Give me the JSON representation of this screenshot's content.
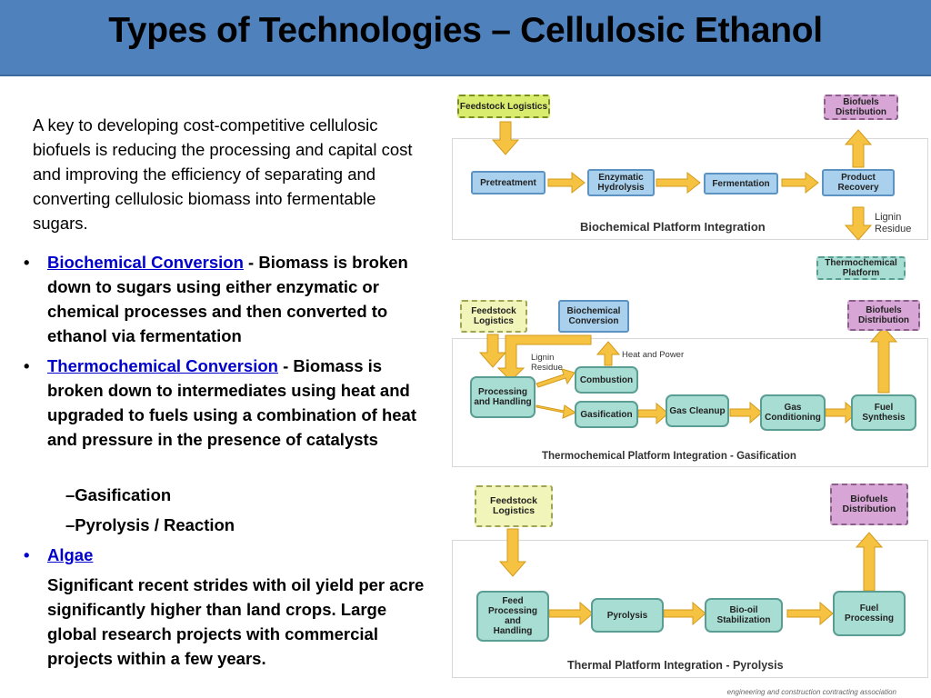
{
  "title": "Types of Technologies – Cellulosic Ethanol",
  "intro": "A key to developing cost-competitive cellulosic biofuels is reducing the processing and capital cost and improving the efficiency of separating and converting cellulosic biomass into fermentable sugars.",
  "bullets": {
    "biochemical": {
      "link": "Biochemical Conversion",
      "text": " - Biomass is broken down to sugars using either enzymatic or chemical processes and then converted to ethanol via fermentation"
    },
    "thermochemical": {
      "link": "Thermochemical Conversion",
      "text": " - Biomass is broken down to intermediates using heat and upgraded to fuels using a combination of heat and pressure in the presence of catalysts"
    },
    "gasification": "–Gasification",
    "pyrolysis": "–Pyrolysis / Reaction",
    "algae": {
      "link": "Algae",
      "text": "Significant recent strides with oil yield per acre significantly higher than land crops. Large global research projects with commercial projects within a few years."
    }
  },
  "bullet_glyph": "•",
  "colors": {
    "title_bar": "#4f81bd",
    "link": "#0000cc",
    "arrow": "#f5c242",
    "process_box": "#a8ddd3",
    "feedstock_box": "#d9ec6e",
    "biofuels_box": "#d8a6d6"
  },
  "diagram": {
    "biochemical": {
      "label": "Biochemical Platform Integration",
      "feedstock": "Feedstock Logistics",
      "biofuels": "Biofuels Distribution",
      "pretreatment": "Pretreatment",
      "enzymatic": "Enzymatic Hydrolysis",
      "fermentation": "Fermentation",
      "product_recovery": "Product Recovery",
      "lignin": "Lignin Residue",
      "thermo_platform": "Thermochemical Platform"
    },
    "gasification": {
      "label": "Thermochemical Platform Integration - Gasification",
      "feedstock": "Feedstock Logistics",
      "bio_conversion": "Biochemical Conversion",
      "biofuels": "Biofuels Distribution",
      "lignin": "Lignin Residue",
      "heat_power": "Heat and Power",
      "processing": "Processing and Handling",
      "combustion": "Combustion",
      "gasification": "Gasification",
      "gas_cleanup": "Gas Cleanup",
      "gas_conditioning": "Gas Conditioning",
      "fuel_synthesis": "Fuel Synthesis"
    },
    "pyrolysis": {
      "label": "Thermal Platform Integration - Pyrolysis",
      "feedstock": "Feedstock Logistics",
      "biofuels": "Biofuels Distribution",
      "feed_processing": "Feed Processing and Handling",
      "pyrolysis": "Pyrolysis",
      "biooil": "Bio-oil Stabilization",
      "fuel_processing": "Fuel Processing"
    }
  },
  "footer": "engineering and construction contracting association"
}
